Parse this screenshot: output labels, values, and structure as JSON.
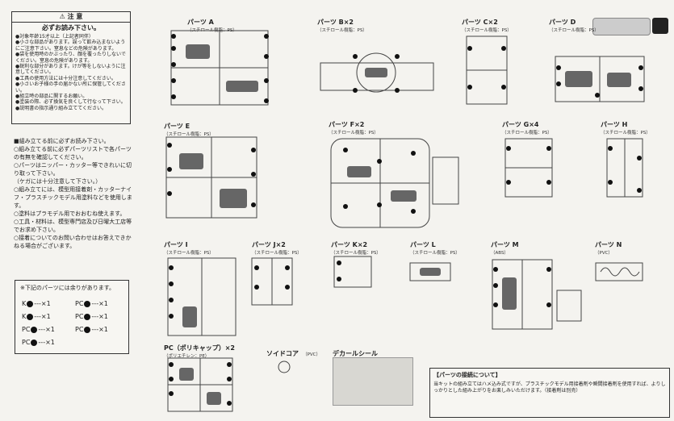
{
  "caution": {
    "title": "⚠ 注 意",
    "subtitle": "必ずお読み下さい。",
    "items": [
      "●対象年齢15才以上（上記者同伴）",
      "●小さな部品があります。誤って飲み込まないようにご注意下さい。窒息などの危険があります。",
      "●袋を使用時のかぶったり、顔を覆ったりしないでください。窒息の危険があります。",
      "●鋭利な部分があります。けが等をしないように注意してください。",
      "●工具の使用方法には十分注意してください。",
      "●小さいお子様の手の届かない所に保管してください。",
      "●組立時の部品に関するお願い。",
      "●塗装の際、必ず換気を良くして行なって下さい。",
      "●説明書の指示通り組み立ててください。"
    ]
  },
  "notes": [
    "■組み立てる前に必ずお読み下さい。",
    "○組み立てる前に必ずパーツリストで各パーツの有無を確認してください。",
    "○パーツはニッパー・カッター等できれいに切り取って下さい。",
    "（ケガには十分注意して下さい。）",
    "○組み立てには、模型用接着剤・カッターナイフ・プラスチックモデル用塗料などを使用します。",
    "○塗料はプラモデル用でおおむね使えます。",
    "○工具・材料は、模型専門店及び日曜大工店等でお求め下さい。",
    "○接着についてのお問い合わせはお答えできかねる場合がございます。"
  ],
  "spare": {
    "title": "※下記のパーツには余りがあります。",
    "items": [
      {
        "prefix": "K",
        "suffix": "---×1"
      },
      {
        "prefix": "PC",
        "suffix": "---×1"
      },
      {
        "prefix": "K",
        "suffix": "---×1"
      },
      {
        "prefix": "PC",
        "suffix": "---×1"
      },
      {
        "prefix": "PC",
        "suffix": "---×1"
      },
      {
        "prefix": "PC",
        "suffix": "---×1"
      },
      {
        "prefix": "PC",
        "suffix": "---×1"
      }
    ]
  },
  "sheets": [
    {
      "id": "A",
      "label": "パーツ A",
      "sub": "（スチロール樹脂：PS）"
    },
    {
      "id": "B",
      "label": "パーツ B×2",
      "sub": "（スチロール樹脂：PS）"
    },
    {
      "id": "C",
      "label": "パーツ C×2",
      "sub": "（スチロール樹脂：PS）"
    },
    {
      "id": "D",
      "label": "パーツ D",
      "sub": "（スチロール樹脂：PS）"
    },
    {
      "id": "E",
      "label": "パーツ E",
      "sub": "（スチロール樹脂：PS）"
    },
    {
      "id": "F",
      "label": "パーツ F×2",
      "sub": "（スチロール樹脂：PS）"
    },
    {
      "id": "G",
      "label": "パーツ G×4",
      "sub": "（スチロール樹脂：PS）"
    },
    {
      "id": "H",
      "label": "パーツ H",
      "sub": "（スチロール樹脂：PS）"
    },
    {
      "id": "I",
      "label": "パーツ I",
      "sub": "（スチロール樹脂：PS）"
    },
    {
      "id": "J",
      "label": "パーツ J×2",
      "sub": "（スチロール樹脂：PS）"
    },
    {
      "id": "K",
      "label": "パーツ K×2",
      "sub": "（スチロール樹脂：PS）"
    },
    {
      "id": "L",
      "label": "パーツ L",
      "sub": "（スチロール樹脂：PS）"
    },
    {
      "id": "M",
      "label": "パーツ M",
      "sub": "（ABS）"
    },
    {
      "id": "N",
      "label": "パーツ N",
      "sub": "（PVC）"
    },
    {
      "id": "PC",
      "label": "PC（ポリキャップ）×2",
      "sub": "（ポリエチレン：PE）"
    }
  ],
  "soid": {
    "label": "ソイドコア",
    "sub": "（PVC）"
  },
  "decal": {
    "label": "デカールシール"
  },
  "join": {
    "title": "【パーツの接続について】",
    "text": "当キットの組み立てはハメ込み式ですが、プラスチックモデル用接着剤や瞬間接着剤を使用すれば、よりしっかりとした組み上がりをお楽しみいただけます。（接着剤は別売）"
  },
  "colors": {
    "ink": "#222222",
    "paper": "#f4f3ef",
    "box_fill": "#f7f6f2"
  }
}
